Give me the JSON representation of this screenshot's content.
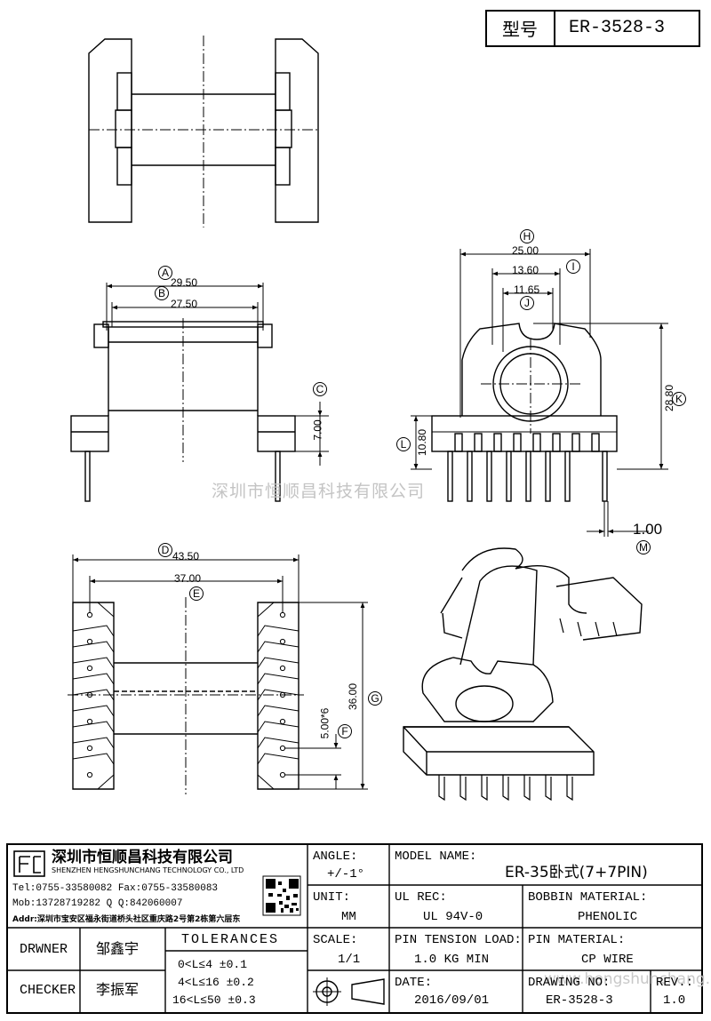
{
  "header": {
    "type_label": "型号",
    "model_code": "ER-3528-3"
  },
  "watermark": {
    "text": "深圳市恒顺昌科技有限公司",
    "url": "www.hengshunchang.com"
  },
  "dimensions": {
    "A": {
      "balloon": "A",
      "value": "29.50"
    },
    "B": {
      "balloon": "B",
      "value": "27.50"
    },
    "C": {
      "balloon": "C",
      "value": "7.00"
    },
    "D": {
      "balloon": "D",
      "value": "43.50"
    },
    "E": {
      "balloon": "E",
      "value": "37.00"
    },
    "F": {
      "balloon": "F",
      "value": "5.00*6"
    },
    "G": {
      "balloon": "G",
      "value": "36.00"
    },
    "H": {
      "balloon": "H",
      "value": "25.00"
    },
    "I": {
      "balloon": "I",
      "value": "13.60"
    },
    "J": {
      "balloon": "J",
      "value": "11.65"
    },
    "K": {
      "balloon": "K",
      "value": "28.80"
    },
    "L": {
      "balloon": "L",
      "value": "10.80"
    },
    "M": {
      "balloon": "M",
      "value": "1.00"
    }
  },
  "company": {
    "name_cn": "深圳市恒顺昌科技有限公司",
    "name_en": "SHENZHEN HENGSHUNCHANG TECHNOLOGY CO., LTD",
    "tel_fax": "Tel:0755-33580082 Fax:0755-33580083",
    "mob_qq": "Mob:13728719282    Q  Q:842060007",
    "addr": "Addr:深圳市宝安区福永街道桥头社区重庆路2号第2栋第六层东"
  },
  "title_block": {
    "angle_label": "ANGLE:",
    "angle_value": "+/-1°",
    "model_name_label": "MODEL NAME:",
    "model_name_value": "ER-35卧式(7+7PIN)",
    "unit_label": "UNIT:",
    "unit_value": "MM",
    "ul_rec_label": "UL REC:",
    "ul_rec_value": "UL 94V-0",
    "bobbin_material_label": "BOBBIN MATERIAL:",
    "bobbin_material_value": "PHENOLIC",
    "drwner_label": "DRWNER",
    "drwner_value": "邹鑫宇",
    "tolerances_label": "TOLERANCES",
    "scale_label": "SCALE:",
    "scale_value": "1/1",
    "pin_tension_label": "PIN TENSION LOAD:",
    "pin_tension_value": "1.0 KG MIN",
    "pin_material_label": "PIN MATERIAL:",
    "pin_material_value": "CP WIRE",
    "checker_label": "CHECKER",
    "checker_value": "李振军",
    "tol1": "0<L≤4    ±0.1",
    "tol2": "4<L≤16   ±0.2",
    "tol3": "16<L≤50  ±0.3",
    "date_label": "DATE:",
    "date_value": "2016/09/01",
    "drawing_no_label": "DRAWING NO:",
    "drawing_no_value": "ER-3528-3",
    "rev_label": "REV.:",
    "rev_value": "1.0"
  }
}
